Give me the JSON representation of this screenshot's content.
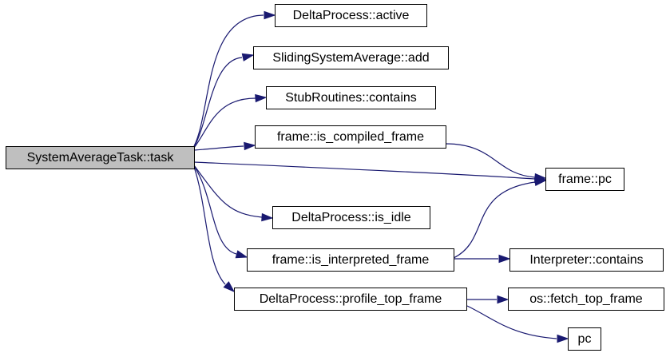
{
  "graph": {
    "edge_color": "#191970",
    "root_fill": "#bfbfbf",
    "nodes": [
      {
        "id": "root",
        "label": "SystemAverageTask::task"
      },
      {
        "id": "active",
        "label": "DeltaProcess::active"
      },
      {
        "id": "add",
        "label": "SlidingSystemAverage::add"
      },
      {
        "id": "stub",
        "label": "StubRoutines::contains"
      },
      {
        "id": "compiled",
        "label": "frame::is_compiled_frame"
      },
      {
        "id": "framepc",
        "label": "frame::pc"
      },
      {
        "id": "idle",
        "label": "DeltaProcess::is_idle"
      },
      {
        "id": "interp",
        "label": "frame::is_interpreted_frame"
      },
      {
        "id": "icontains",
        "label": "Interpreter::contains"
      },
      {
        "id": "profile",
        "label": "DeltaProcess::profile_top_frame"
      },
      {
        "id": "fetch",
        "label": "os::fetch_top_frame"
      },
      {
        "id": "pc",
        "label": "pc"
      }
    ],
    "edges": [
      {
        "from": "root",
        "to": "active"
      },
      {
        "from": "root",
        "to": "add"
      },
      {
        "from": "root",
        "to": "stub"
      },
      {
        "from": "root",
        "to": "compiled"
      },
      {
        "from": "root",
        "to": "framepc"
      },
      {
        "from": "root",
        "to": "idle"
      },
      {
        "from": "root",
        "to": "interp"
      },
      {
        "from": "root",
        "to": "profile"
      },
      {
        "from": "compiled",
        "to": "framepc"
      },
      {
        "from": "interp",
        "to": "framepc"
      },
      {
        "from": "interp",
        "to": "icontains"
      },
      {
        "from": "profile",
        "to": "fetch"
      },
      {
        "from": "profile",
        "to": "pc"
      }
    ]
  }
}
